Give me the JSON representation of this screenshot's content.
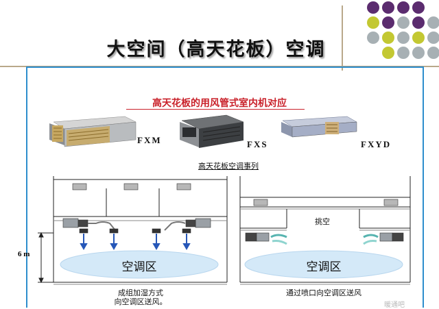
{
  "title": "大空间（高天花板）空调",
  "subtitle": "高天花板的用风管式室内机对应",
  "models": {
    "fxm": "FXM",
    "fxs": "FXS",
    "fxyd": "FXYD"
  },
  "caption": "高天花板空调事列",
  "left_diagram": {
    "zone_label": "空调区",
    "height_label": "6 m",
    "bottom_caption_line1": "成组加湿方式",
    "bottom_caption_line2": "向空调区送风。"
  },
  "right_diagram": {
    "zone_label": "空调区",
    "void_label": "挑空",
    "bottom_caption": "通过喷口向空调区送风"
  },
  "watermark": "暖通吧",
  "colors": {
    "accent_blue": "#2c8dcc",
    "title_red": "#c9212a",
    "dot_purple": "#5b2c6f",
    "dot_olive": "#c3c832",
    "dot_gray": "#a7b0b4",
    "zone_fill": "#d4e9f8"
  }
}
